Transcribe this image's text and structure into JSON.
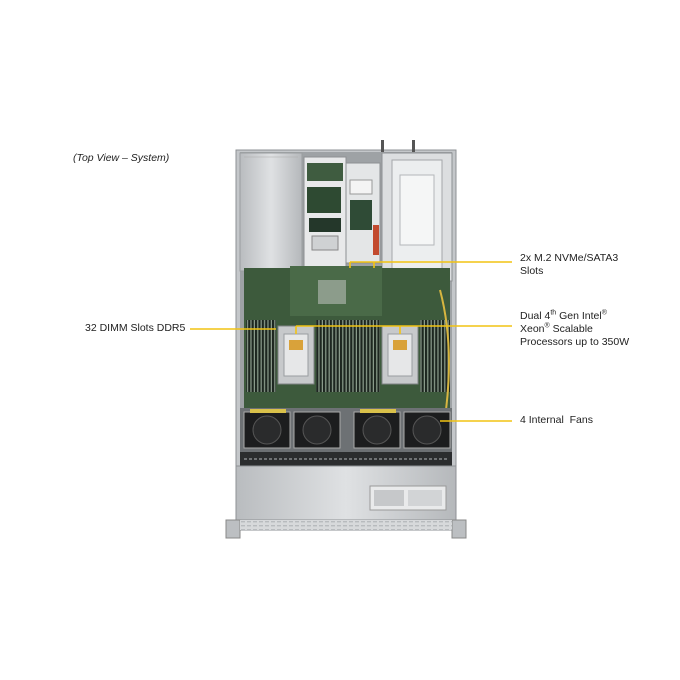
{
  "caption": "(Top View – System)",
  "callouts": {
    "m2": {
      "line1": "2x M.2 NVMe/SATA3",
      "line2": "Slots"
    },
    "cpu": {
      "line1_a": "Dual 4",
      "line1_sup": "th",
      "line1_b": " Gen Intel",
      "line1_reg": "®",
      "line2_a": "Xeon",
      "line2_reg": "®",
      "line2_b": " Scalable",
      "line3": "Processors up to 350W"
    },
    "dimm": {
      "text": "32 DIMM Slots DDR5"
    },
    "fans": {
      "text": "4 Internal  Fans"
    }
  },
  "colors": {
    "callout_line": "#f2c313",
    "chassis": "#cfd1d3",
    "board": "#3d5a3c",
    "dimm": "#1f2a22"
  }
}
